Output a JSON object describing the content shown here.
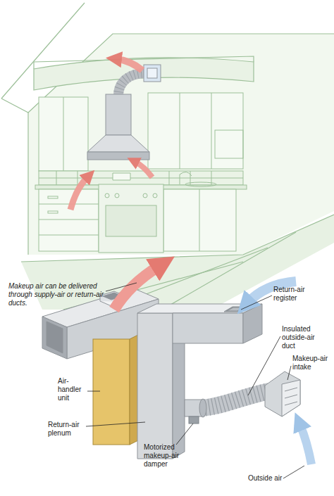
{
  "diagram": {
    "labels": [
      "Makeup air can be delivered through supply-air or return-air ducts.",
      "Return-air register",
      "Insulated outside-air duct",
      "Makeup-air intake",
      "Air-handler unit",
      "Return-air plenum",
      "Motorized makeup-air damper",
      "Outside air"
    ]
  }
}
